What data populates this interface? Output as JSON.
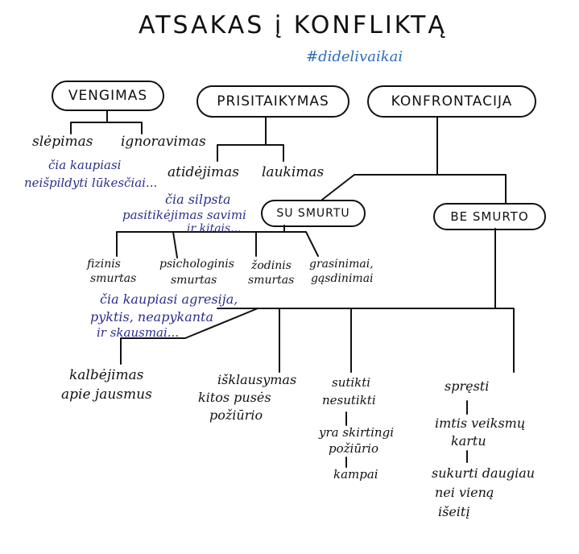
{
  "title": "ATSAKAS į KONFLIKTĄ",
  "hashtag": "#didelivaikai",
  "colors": {
    "ink": "#111111",
    "note": "#2b2f8c",
    "hashtag": "#2f6db5"
  },
  "branches": {
    "vengimas": {
      "label": "VENGIMAS",
      "children": [
        "slėpimas",
        "ignoravimas"
      ],
      "note": [
        "čia kaupiasi",
        "neišpildyti lūkesčiai..."
      ]
    },
    "prisitaikymas": {
      "label": "PRISITAIKYMAS",
      "children": [
        "atidėjimas",
        "laukimas"
      ],
      "note": [
        "čia silpsta",
        "pasitikėjimas savimi",
        "ir kitais..."
      ]
    },
    "konfrontacija": {
      "label": "KONFRONTACIJA",
      "su_smurtu": {
        "label": "SU SMURTU",
        "children": [
          [
            "fizinis",
            "smurtas"
          ],
          [
            "psichologinis",
            "smurtas"
          ],
          [
            "žodinis",
            "smurtas"
          ],
          [
            "grasinimai,",
            "gąsdinimai"
          ]
        ],
        "note": [
          "čia kaupiasi agresija,",
          "pyktis, neapykanta",
          "ir skausmai..."
        ]
      },
      "be_smurto": {
        "label": "BE SMURTO",
        "children": [
          [
            "kalbėjimas",
            "apie jausmus"
          ],
          [
            "išklausymas",
            "kitos pusės",
            "požiūrio"
          ],
          [
            "sutikti",
            "nesutikti",
            "|",
            "yra skirtingi",
            "požiūrio",
            "kampai"
          ],
          [
            "spręsti",
            "|",
            "imtis veiksmų",
            "kartu",
            "|",
            "sukurti daugiau",
            "nei vieną",
            "išeitį"
          ]
        ]
      }
    }
  }
}
